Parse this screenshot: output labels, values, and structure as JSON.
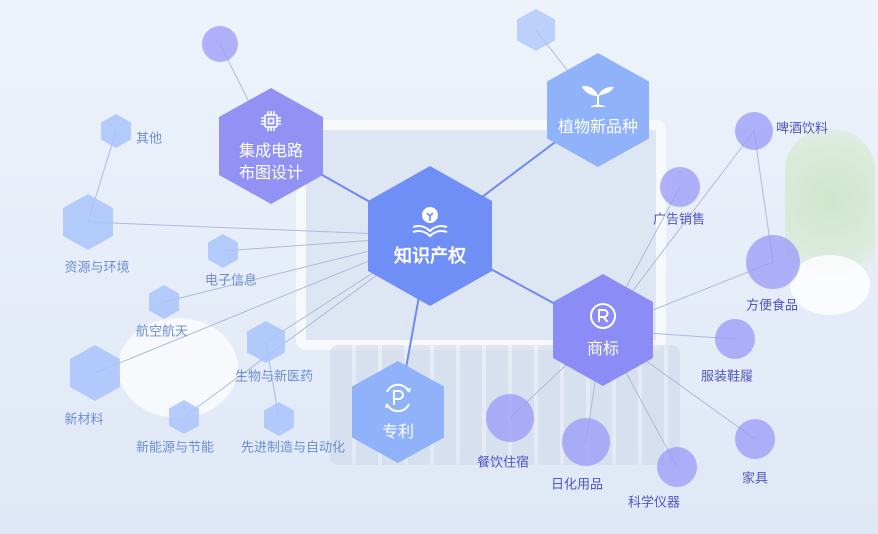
{
  "center": {
    "label": "知识产权"
  },
  "categories": {
    "ic": {
      "label_line1": "集成电路",
      "label_line2": "布图设计",
      "icon": "chip-icon"
    },
    "plant": {
      "label": "植物新品种",
      "icon": "sprout-icon"
    },
    "trademark": {
      "label": "商标",
      "icon": "registered-icon"
    },
    "patent": {
      "label": "专利",
      "icon": "patent-p-icon"
    }
  },
  "patent_fields": [
    "其他",
    "资源与环境",
    "电子信息",
    "航空航天",
    "生物与新医药",
    "新材料",
    "新能源与节能",
    "先进制造与自动化"
  ],
  "trademark_classes": [
    "啤酒饮料",
    "广告销售",
    "方便食品",
    "服装鞋履",
    "家具",
    "科学仪器",
    "日化用品",
    "餐饮住宿"
  ],
  "colors": {
    "blue_node": "#8fb2fb",
    "violet_node": "#9999f8",
    "line": "#aebbd9",
    "strong_line": "#6f8af0"
  }
}
